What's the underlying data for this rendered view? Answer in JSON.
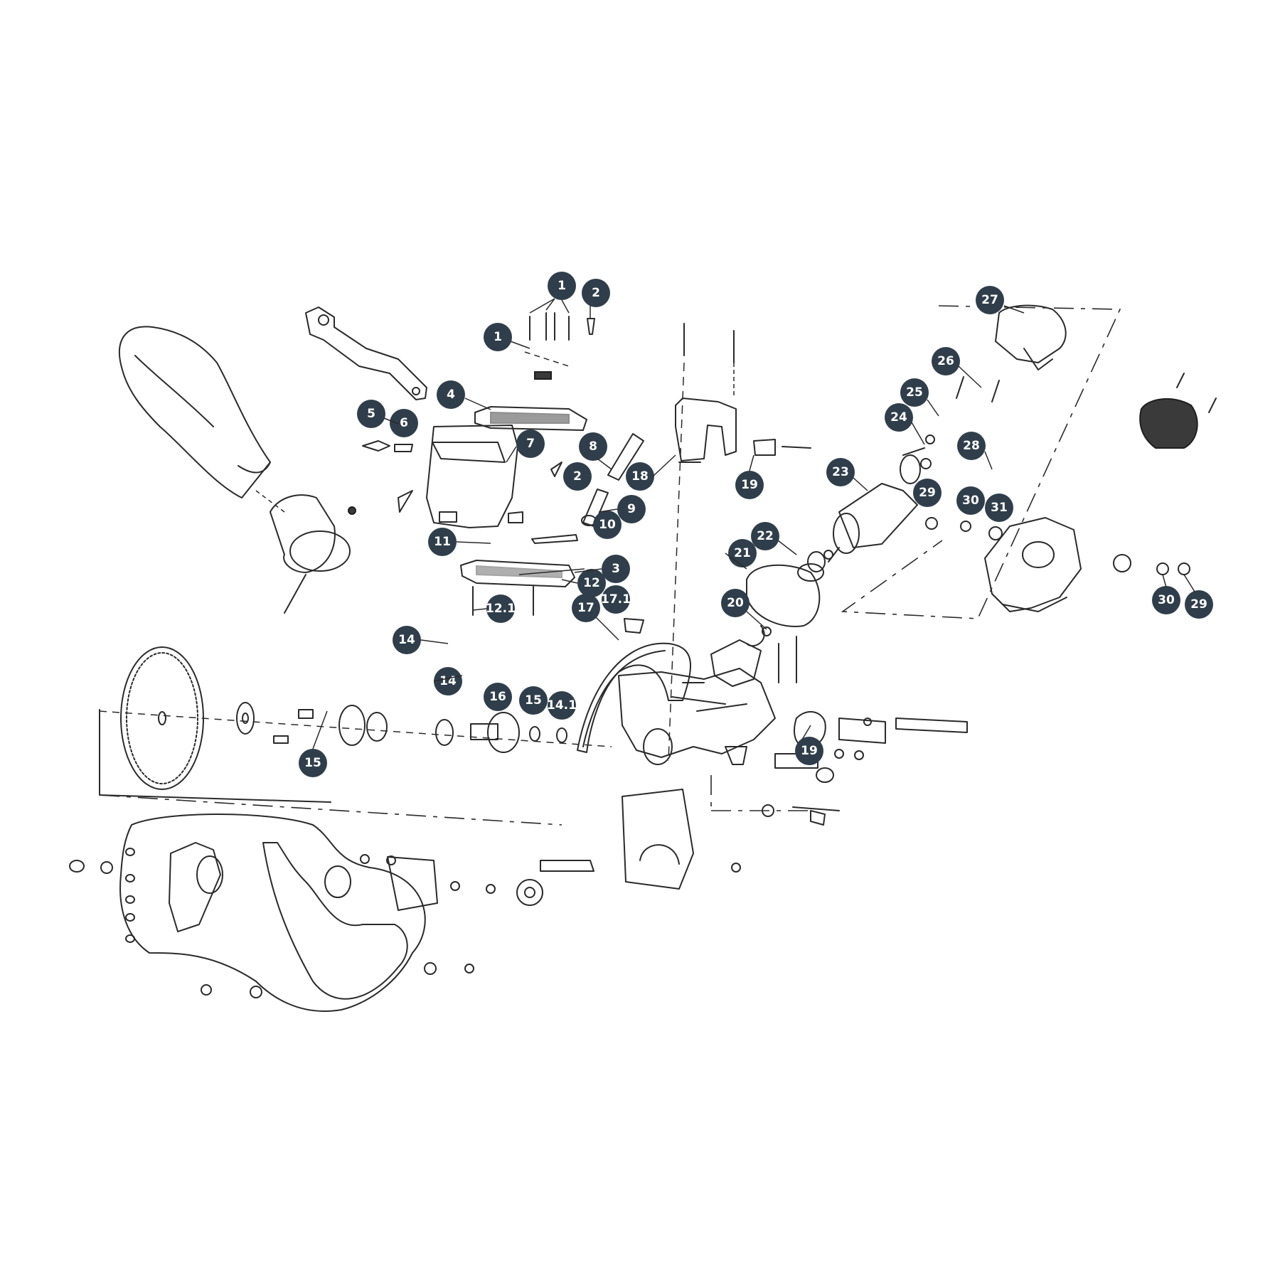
{
  "diagram": {
    "type": "exploded-parts-view",
    "colors": {
      "callout_fill": "#2f3e4a",
      "callout_text": "#ffffff",
      "line": "#2a2a2a"
    },
    "callouts": [
      {
        "id": "c1",
        "label": "1"
      },
      {
        "id": "c2",
        "label": "2"
      },
      {
        "id": "c1b",
        "label": "1"
      },
      {
        "id": "c4",
        "label": "4"
      },
      {
        "id": "c5",
        "label": "5"
      },
      {
        "id": "c6",
        "label": "6"
      },
      {
        "id": "c7",
        "label": "7"
      },
      {
        "id": "c8",
        "label": "8"
      },
      {
        "id": "c2b",
        "label": "2"
      },
      {
        "id": "c9",
        "label": "9"
      },
      {
        "id": "c10",
        "label": "10"
      },
      {
        "id": "c11",
        "label": "11"
      },
      {
        "id": "c3",
        "label": "3"
      },
      {
        "id": "c12",
        "label": "12"
      },
      {
        "id": "c12_1",
        "label": "12.1"
      },
      {
        "id": "c17",
        "label": "17"
      },
      {
        "id": "c17_1",
        "label": "17.1"
      },
      {
        "id": "c14",
        "label": "14"
      },
      {
        "id": "c14b",
        "label": "14"
      },
      {
        "id": "c16",
        "label": "16"
      },
      {
        "id": "c15",
        "label": "15"
      },
      {
        "id": "c14_1",
        "label": "14.1"
      },
      {
        "id": "c15b",
        "label": "15"
      },
      {
        "id": "c18",
        "label": "18"
      },
      {
        "id": "c19",
        "label": "19"
      },
      {
        "id": "c19b",
        "label": "19"
      },
      {
        "id": "c20",
        "label": "20"
      },
      {
        "id": "c21",
        "label": "21"
      },
      {
        "id": "c22",
        "label": "22"
      },
      {
        "id": "c23",
        "label": "23"
      },
      {
        "id": "c24",
        "label": "24"
      },
      {
        "id": "c25",
        "label": "25"
      },
      {
        "id": "c26",
        "label": "26"
      },
      {
        "id": "c27",
        "label": "27"
      },
      {
        "id": "c28",
        "label": "28"
      },
      {
        "id": "c29",
        "label": "29"
      },
      {
        "id": "c30",
        "label": "30"
      },
      {
        "id": "c31",
        "label": "31"
      },
      {
        "id": "c30b",
        "label": "30"
      },
      {
        "id": "c29b",
        "label": "29"
      }
    ]
  }
}
